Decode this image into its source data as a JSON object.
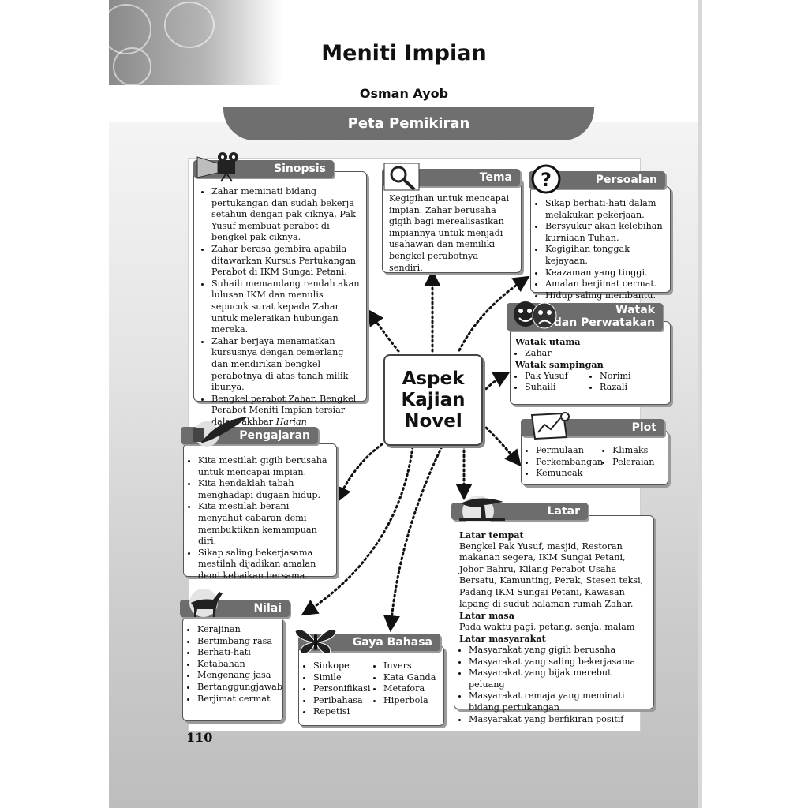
{
  "title": "Meniti Impian",
  "author": "Osman Ayob",
  "banner": "Peta Pemikiran",
  "center": {
    "line1": "Aspek",
    "line2": "Kajian",
    "line3": "Novel"
  },
  "page_number": "110",
  "sinopsis": {
    "heading": "Sinopsis",
    "items": [
      "Zahar meminati bidang pertukangan dan sudah bekerja setahun dengan pak ciknya, Pak Yusuf membuat perabot di bengkel pak ciknya.",
      "Zahar berasa gembira apabila ditawarkan Kursus Pertukangan Perabot di IKM Sungai Petani.",
      "Suhaili memandang rendah akan lulusan IKM dan menulis sepucuk surat kepada Zahar untuk meleraikan hubungan mereka.",
      "Zahar berjaya menamatkan kursusnya dengan cemerlang dan mendirikan bengkel perabotnya di atas tanah milik ibunya."
    ],
    "last_item_text": "Bengkel perabot Zahar, Bengkel Perabot Meniti Impian tersiar dalam akhbar ",
    "last_item_italic": "Harian Kebangsaan",
    "last_item_end": "."
  },
  "tema": {
    "heading": "Tema",
    "text": "Kegigihan untuk mencapai impian. Zahar berusaha gigih bagi merealisasikan impiannya untuk menjadi usahawan dan memiliki bengkel perabotnya sendiri."
  },
  "persoalan": {
    "heading": "Persoalan",
    "items": [
      "Sikap berhati-hati dalam melakukan pekerjaan.",
      "Bersyukur akan kelebihan kurniaan Tuhan.",
      "Kegigihan tonggak kejayaan.",
      "Keazaman yang tinggi.",
      "Amalan berjimat cermat.",
      "Hidup saling membantu."
    ]
  },
  "watak": {
    "heading_line1": "Watak",
    "heading_line2": "dan Perwatakan",
    "utama_label": "Watak utama",
    "utama": [
      "Zahar"
    ],
    "sampingan_label": "Watak sampingan",
    "sampingan_col1": [
      "Pak Yusuf",
      "Suhaili"
    ],
    "sampingan_col2": [
      "Norimi",
      "Razali"
    ]
  },
  "plot": {
    "heading": "Plot",
    "col1": [
      "Permulaan",
      "Perkembangan",
      "Kemuncak"
    ],
    "col2": [
      "Klimaks",
      "Peleraian"
    ]
  },
  "latar": {
    "heading": "Latar",
    "tempat_label": "Latar tempat",
    "tempat_text": "Bengkel Pak Yusuf, masjid, Restoran makanan segera, IKM Sungai Petani, Johor Bahru, Kilang Perabot Usaha Bersatu, Kamunting, Perak, Stesen teksi, Padang IKM Sungai Petani, Kawasan lapang di sudut halaman rumah Zahar.",
    "masa_label": "Latar masa",
    "masa_text": "Pada waktu pagi, petang, senja, malam",
    "masyarakat_label": "Latar masyarakat",
    "masyarakat": [
      "Masyarakat yang gigih berusaha",
      "Masyarakat yang saling bekerjasama",
      "Masyarakat yang bijak merebut peluang",
      "Masyarakat remaja yang meminati bidang pertukangan",
      "Masyarakat yang berfikiran positif"
    ]
  },
  "pengajaran": {
    "heading": "Pengajaran",
    "items": [
      "Kita mestilah gigih berusaha untuk mencapai impian.",
      "Kita hendaklah tabah menghadapi dugaan hidup.",
      "Kita mestilah berani menyahut cabaran demi membuktikan kemampuan diri.",
      "Sikap saling bekerjasama mestilah dijadikan amalan demi kebaikan bersama."
    ]
  },
  "nilai": {
    "heading": "Nilai",
    "items": [
      "Kerajinan",
      "Bertimbang rasa",
      "Berhati-hati",
      "Ketabahan",
      "Mengenang jasa",
      "Bertanggungjawab",
      "Berjimat cermat"
    ]
  },
  "gaya_bahasa": {
    "heading": "Gaya Bahasa",
    "col1": [
      "Sinkope",
      "Simile",
      "Personifikasi",
      "Peribahasa",
      "Repetisi"
    ],
    "col2": [
      "Inversi",
      "Kata Ganda",
      "Metafora",
      "Hiperbola"
    ]
  },
  "icons": [
    "film-camera-icon",
    "magnifier-icon",
    "question-icon",
    "theatre-masks-icon",
    "chart-scroll-icon",
    "tree-icon",
    "quill-icon",
    "deer-icon",
    "butterfly-icon"
  ]
}
